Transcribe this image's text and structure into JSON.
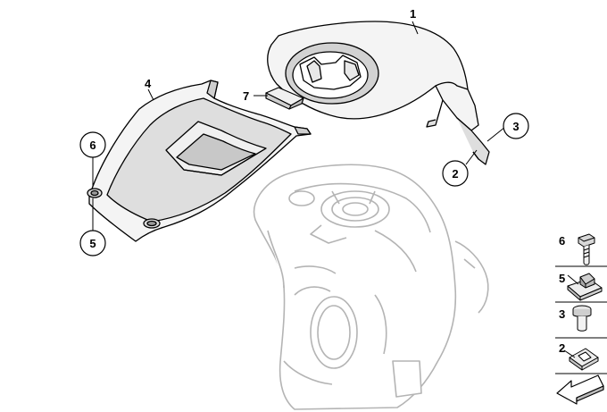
{
  "diagram": {
    "callouts": {
      "c1": "1",
      "c2": "2",
      "c3": "3",
      "c4": "4",
      "c5": "5",
      "c6": "6",
      "c7": "7"
    },
    "legend": {
      "item6": "6",
      "item5": "5",
      "item3": "3",
      "item2": "2"
    },
    "icons": {
      "bolt": "hex-bolt-icon",
      "speed_nut": "speed-nut-icon",
      "rubber_buffer": "rubber-buffer-icon",
      "clip": "spring-clip-icon",
      "arrow": "back-arrow-icon"
    },
    "colors": {
      "part_fill": "#f2f2f2",
      "part_shade": "#cfcfcf",
      "ghost_stroke": "#b8b8b8",
      "line": "#000000"
    }
  }
}
